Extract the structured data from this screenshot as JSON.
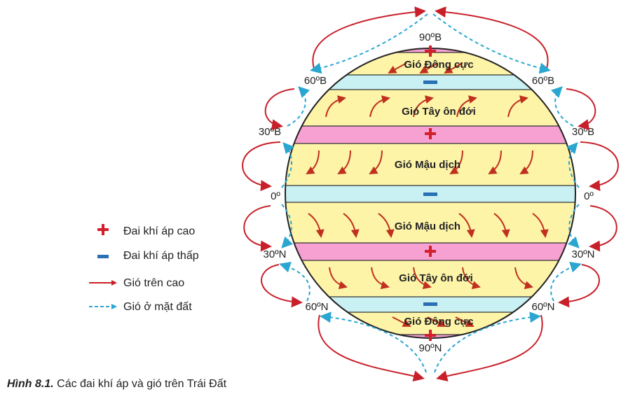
{
  "diagram": {
    "latitudes": {
      "n90": "90ºB",
      "n60": "60ºB",
      "n30": "30ºB",
      "eq": "0º",
      "s30": "30ºN",
      "s60": "60ºN",
      "s90": "90ºN"
    },
    "bands": {
      "polar_north": "Gió Đông cực",
      "westerly_north": "Gió Tây ôn đới",
      "trade_north": "Gió Mậu dịch",
      "trade_south": "Gió Mậu dịch",
      "westerly_south": "Gió Tây ôn đới",
      "polar_south": "Gió Đông cực"
    },
    "colors": {
      "high_pressure": "#f7a1d3",
      "low_pressure": "#c9f1f3",
      "wind_zone": "#fdf4a8",
      "upper_wind": "#c8202a",
      "surface_wind": "#2aa6d0"
    }
  },
  "legend": [
    {
      "icon": "plus-icon",
      "label": "Đai khí áp cao"
    },
    {
      "icon": "minus-icon",
      "label": "Đai khí áp thấp"
    },
    {
      "icon": "red-arrow-icon",
      "label": "Gió trên cao"
    },
    {
      "icon": "dashed-arrow-icon",
      "label": "Gió ở mặt đất"
    }
  ],
  "caption": {
    "number": "Hình 8.1.",
    "text": " Các đai khí áp và gió trên Trái Đất"
  }
}
